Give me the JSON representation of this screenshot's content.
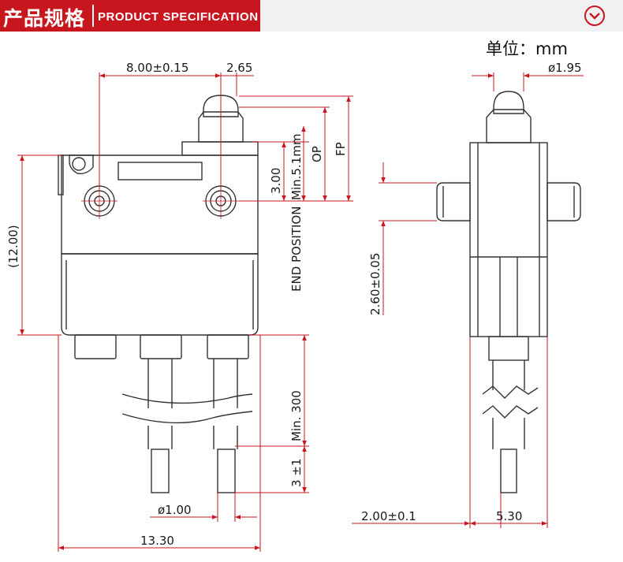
{
  "header": {
    "title_cn": "产品规格",
    "title_en": "PRODUCT SPECIFICATION",
    "colors": {
      "accent": "#c8161e",
      "bar_bg": "#f1f1f1"
    }
  },
  "unit_label": "单位：mm",
  "dims": {
    "width_800": "8.00±0.15",
    "width_265": "2.65",
    "dia_195": "ø1.95",
    "height_12": "(12.00)",
    "d300": "3.00",
    "min51": "Min.5.1mm",
    "op": "OP",
    "fp": "FP",
    "end_position": "END POSITION",
    "d260": "2.60±0.05",
    "min300": "Min. 300",
    "d3": "3 ±1",
    "dia_100": "ø1.00",
    "d1330": "13.30",
    "d200": "2.00±0.1",
    "d530": "5.30"
  },
  "icons": {
    "expand": "chevron-down-circle-icon"
  }
}
